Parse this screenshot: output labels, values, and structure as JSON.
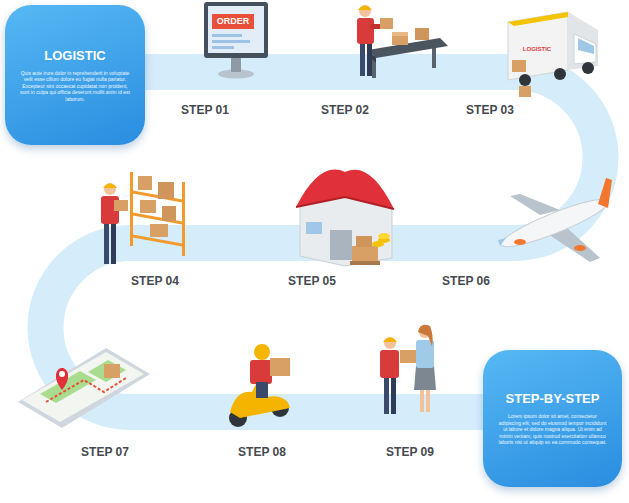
{
  "diagram": {
    "nodes": [
      {
        "text": [
          "LOGISTIC",
          "Quis aute irure dolor in reprehenderit in voluptate velit esse cillum dolore eu fugiat nulla pariatur. Excepteur sint occaecat cupidatat non proident, sunt in culpa qui officia deserunt mollit anim id est laborum."
        ]
      },
      {
        "text": [
          "STEP-BY-STEP",
          "Lorem ipsum dolor sit amet, consectetur adipiscing elit, sed do eiusmod tempor incididunt ut labore et dolore magna aliqua. Ut enim ad minim veniam, quis nostrud exercitation ullamco laboris nisi ut aliquip ex ea commodo consequat."
        ]
      }
    ],
    "edges": [
      {
        "from": 0,
        "to": 1,
        "arrow": "none"
      }
    ],
    "labels": [
      "STEP 01",
      "STEP 02",
      "STEP 03",
      "STEP 04",
      "STEP 05",
      "STEP 06",
      "STEP 07",
      "STEP 08",
      "STEP 09",
      "ORDER",
      "LOGISTIC"
    ]
  }
}
